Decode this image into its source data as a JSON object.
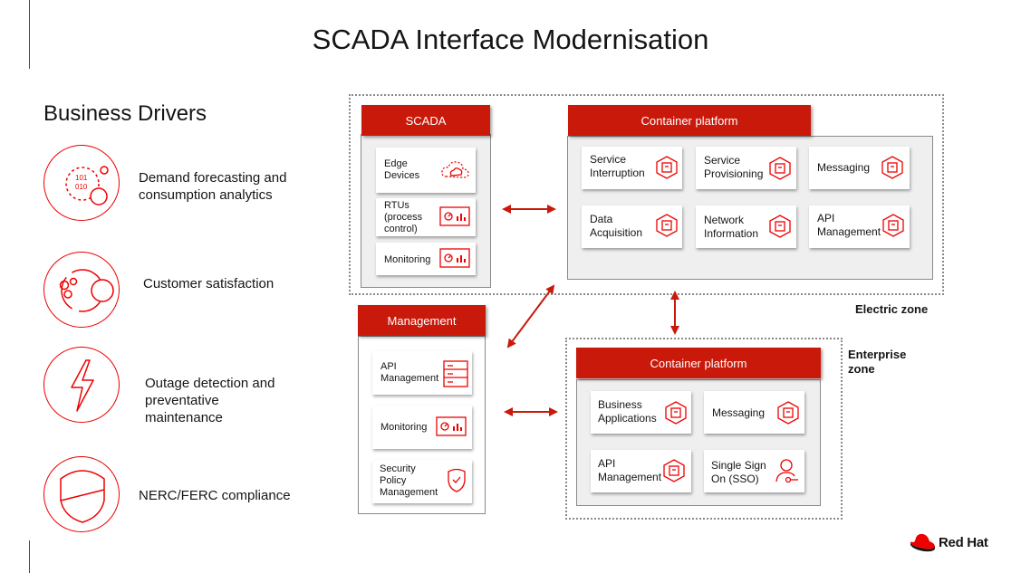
{
  "title": "SCADA Interface Modernisation",
  "business_drivers": {
    "heading": "Business Drivers",
    "items": [
      {
        "label_lines": [
          "Demand forecasting and",
          "consumption analytics"
        ],
        "icon": "analytics-icon"
      },
      {
        "label_lines": [
          "Customer satisfaction"
        ],
        "icon": "customer-icon"
      },
      {
        "label_lines": [
          "Outage detection and",
          "preventative",
          "maintenance"
        ],
        "icon": "lightning-icon"
      },
      {
        "label_lines": [
          "NERC/FERC compliance"
        ],
        "icon": "shield-icon"
      }
    ]
  },
  "zones": {
    "electric": "Electric zone",
    "enterprise_lines": [
      "Enterprise",
      "zone"
    ]
  },
  "scada": {
    "header": "SCADA",
    "items": [
      {
        "label_lines": [
          "Edge",
          "Devices"
        ],
        "icon": "cloud-icon"
      },
      {
        "label_lines": [
          "RTUs",
          "(process",
          "control)"
        ],
        "icon": "dashboard-icon"
      },
      {
        "label_lines": [
          "Monitoring"
        ],
        "icon": "dashboard-icon"
      }
    ]
  },
  "electric_platform": {
    "header": "Container platform",
    "items": [
      {
        "label_lines": [
          "Service",
          "Interruption"
        ],
        "icon": "container-icon"
      },
      {
        "label_lines": [
          "Service",
          "Provisioning"
        ],
        "icon": "container-icon"
      },
      {
        "label_lines": [
          "Messaging"
        ],
        "icon": "container-icon"
      },
      {
        "label_lines": [
          "Data",
          "Acquisition"
        ],
        "icon": "container-icon"
      },
      {
        "label_lines": [
          "Network",
          "Information"
        ],
        "icon": "container-icon"
      },
      {
        "label_lines": [
          "API",
          "Management"
        ],
        "icon": "container-icon"
      }
    ]
  },
  "management": {
    "header": "Management",
    "items": [
      {
        "label_lines": [
          "API",
          "Management"
        ],
        "icon": "api-list-icon"
      },
      {
        "label_lines": [
          "Monitoring"
        ],
        "icon": "dashboard-icon"
      },
      {
        "label_lines": [
          "Security",
          "Policy",
          "Management"
        ],
        "icon": "shield-check-icon"
      }
    ]
  },
  "enterprise_platform": {
    "header": "Container platform",
    "items": [
      {
        "label_lines": [
          "Business",
          "Applications"
        ],
        "icon": "container-icon"
      },
      {
        "label_lines": [
          "Messaging"
        ],
        "icon": "container-icon"
      },
      {
        "label_lines": [
          "API",
          "Management"
        ],
        "icon": "container-icon"
      },
      {
        "label_lines": [
          "Single Sign",
          "On (SSO)"
        ],
        "icon": "user-key-icon"
      }
    ]
  },
  "brand": {
    "name": "Red Hat",
    "accent": "#ee0000",
    "header_red": "#c9190b"
  }
}
